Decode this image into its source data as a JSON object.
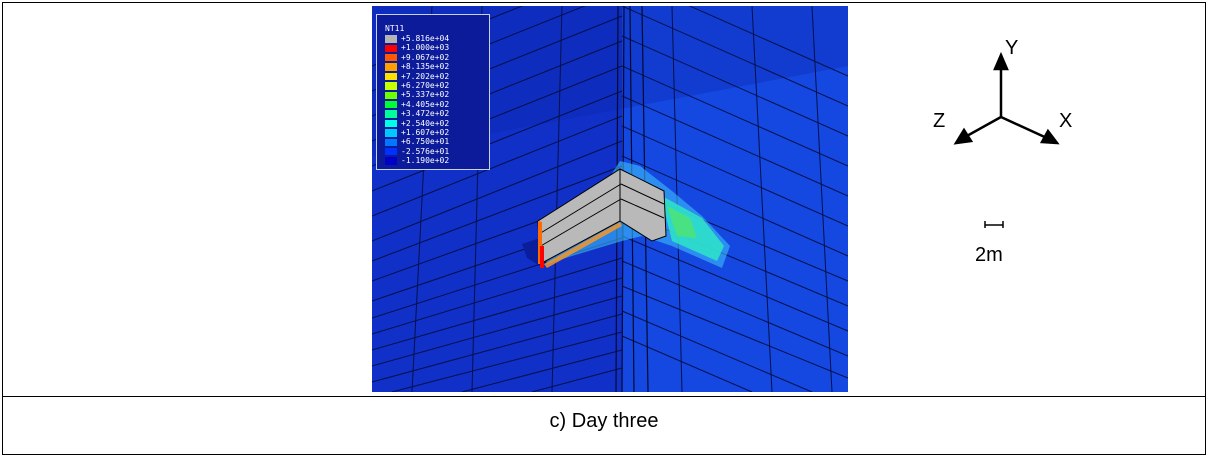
{
  "legend": {
    "title": "NT11",
    "entries": [
      {
        "label": "+5.816e+04",
        "color": "#b4b4b4"
      },
      {
        "label": "+1.000e+03",
        "color": "#ff0000"
      },
      {
        "label": "+9.067e+02",
        "color": "#ff5a00"
      },
      {
        "label": "+8.135e+02",
        "color": "#ffa000"
      },
      {
        "label": "+7.202e+02",
        "color": "#ffe100"
      },
      {
        "label": "+6.270e+02",
        "color": "#c8ff00"
      },
      {
        "label": "+5.337e+02",
        "color": "#6eff00"
      },
      {
        "label": "+4.405e+02",
        "color": "#00ff32"
      },
      {
        "label": "+3.472e+02",
        "color": "#00ff96"
      },
      {
        "label": "+2.540e+02",
        "color": "#00ffe6"
      },
      {
        "label": "+1.607e+02",
        "color": "#00c8ff"
      },
      {
        "label": "+6.750e+01",
        "color": "#0078ff"
      },
      {
        "label": "-2.576e+01",
        "color": "#0032ff"
      },
      {
        "label": "-1.190e+02",
        "color": "#0000c8"
      }
    ]
  },
  "axes": {
    "x": "X",
    "y": "Y",
    "z": "Z"
  },
  "scale": {
    "label": "2m"
  },
  "caption": "c) Day three"
}
